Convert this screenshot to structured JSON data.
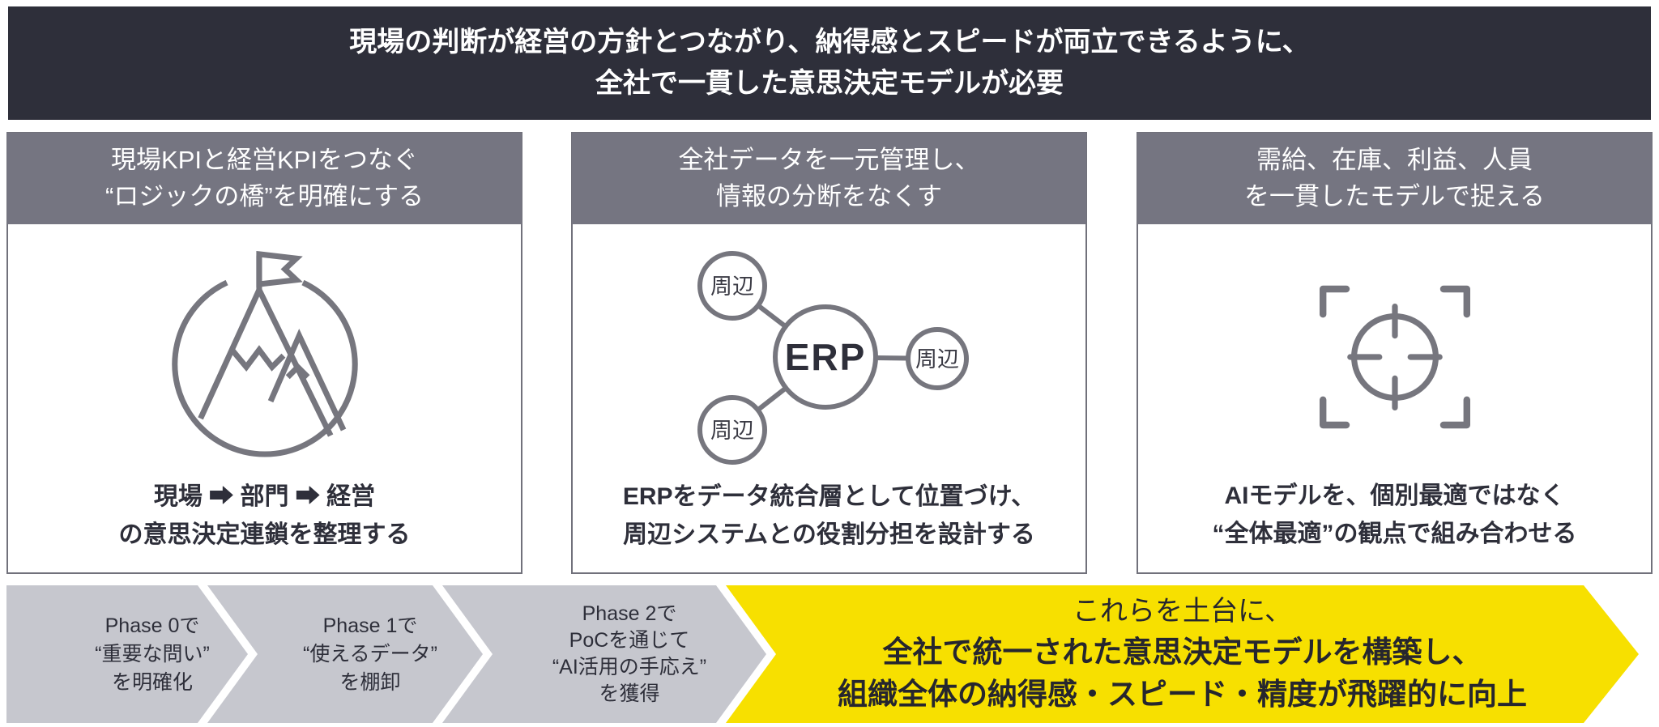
{
  "banner": {
    "line1": "現場の判断が経営の方針とつながり、納得感とスピードが両立できるように、",
    "line2": "全社で一貫した意思決定モデルが必要"
  },
  "panels": [
    {
      "header": [
        "現場KPIと経営KPIをつなぐ",
        "“ロジックの橋”を明確にする"
      ],
      "icon": "mountain-flag-icon",
      "caption": [
        "現場 ➡ 部門 ➡ 経営",
        "の意思決定連鎖を整理する"
      ]
    },
    {
      "header": [
        "全社データを一元管理し、",
        "情報の分断をなくす"
      ],
      "icon": "erp-network-icon",
      "center_label": "ERP",
      "satellite_label": "周辺",
      "caption": [
        "ERPをデータ統合層として位置づけ、",
        "周辺システムとの役割分担を設計する"
      ]
    },
    {
      "header": [
        "需給、在庫、利益、人員",
        "を一貫したモデルで捉える"
      ],
      "icon": "target-focus-icon",
      "caption": [
        "AIモデルを、個別最適ではなく",
        "“全体最適”の観点で組み合わせる"
      ]
    }
  ],
  "phases": [
    {
      "lines": [
        "Phase 0で",
        "“重要な問い”",
        "を明確化"
      ]
    },
    {
      "lines": [
        "Phase 1で",
        "“使えるデータ”",
        "を棚卸"
      ]
    },
    {
      "lines": [
        "Phase 2で",
        "PoCを通じて",
        "“AI活用の手応え”",
        "を獲得"
      ]
    }
  ],
  "result_arrow": {
    "lines": [
      "これらを土台に、",
      "全社で統一された意思決定モデルを構築し、",
      "組織全体の納得感・スピード・精度が飛躍的に向上"
    ]
  },
  "colors": {
    "banner_bg": "#2e2f3a",
    "panel_header_bg": "#757581",
    "panel_border": "#71717b",
    "icon_stroke": "#76767e",
    "chevron_bg": "#c6c7ce",
    "result_bg": "#f7e000",
    "text_dark": "#2e2f3a"
  }
}
